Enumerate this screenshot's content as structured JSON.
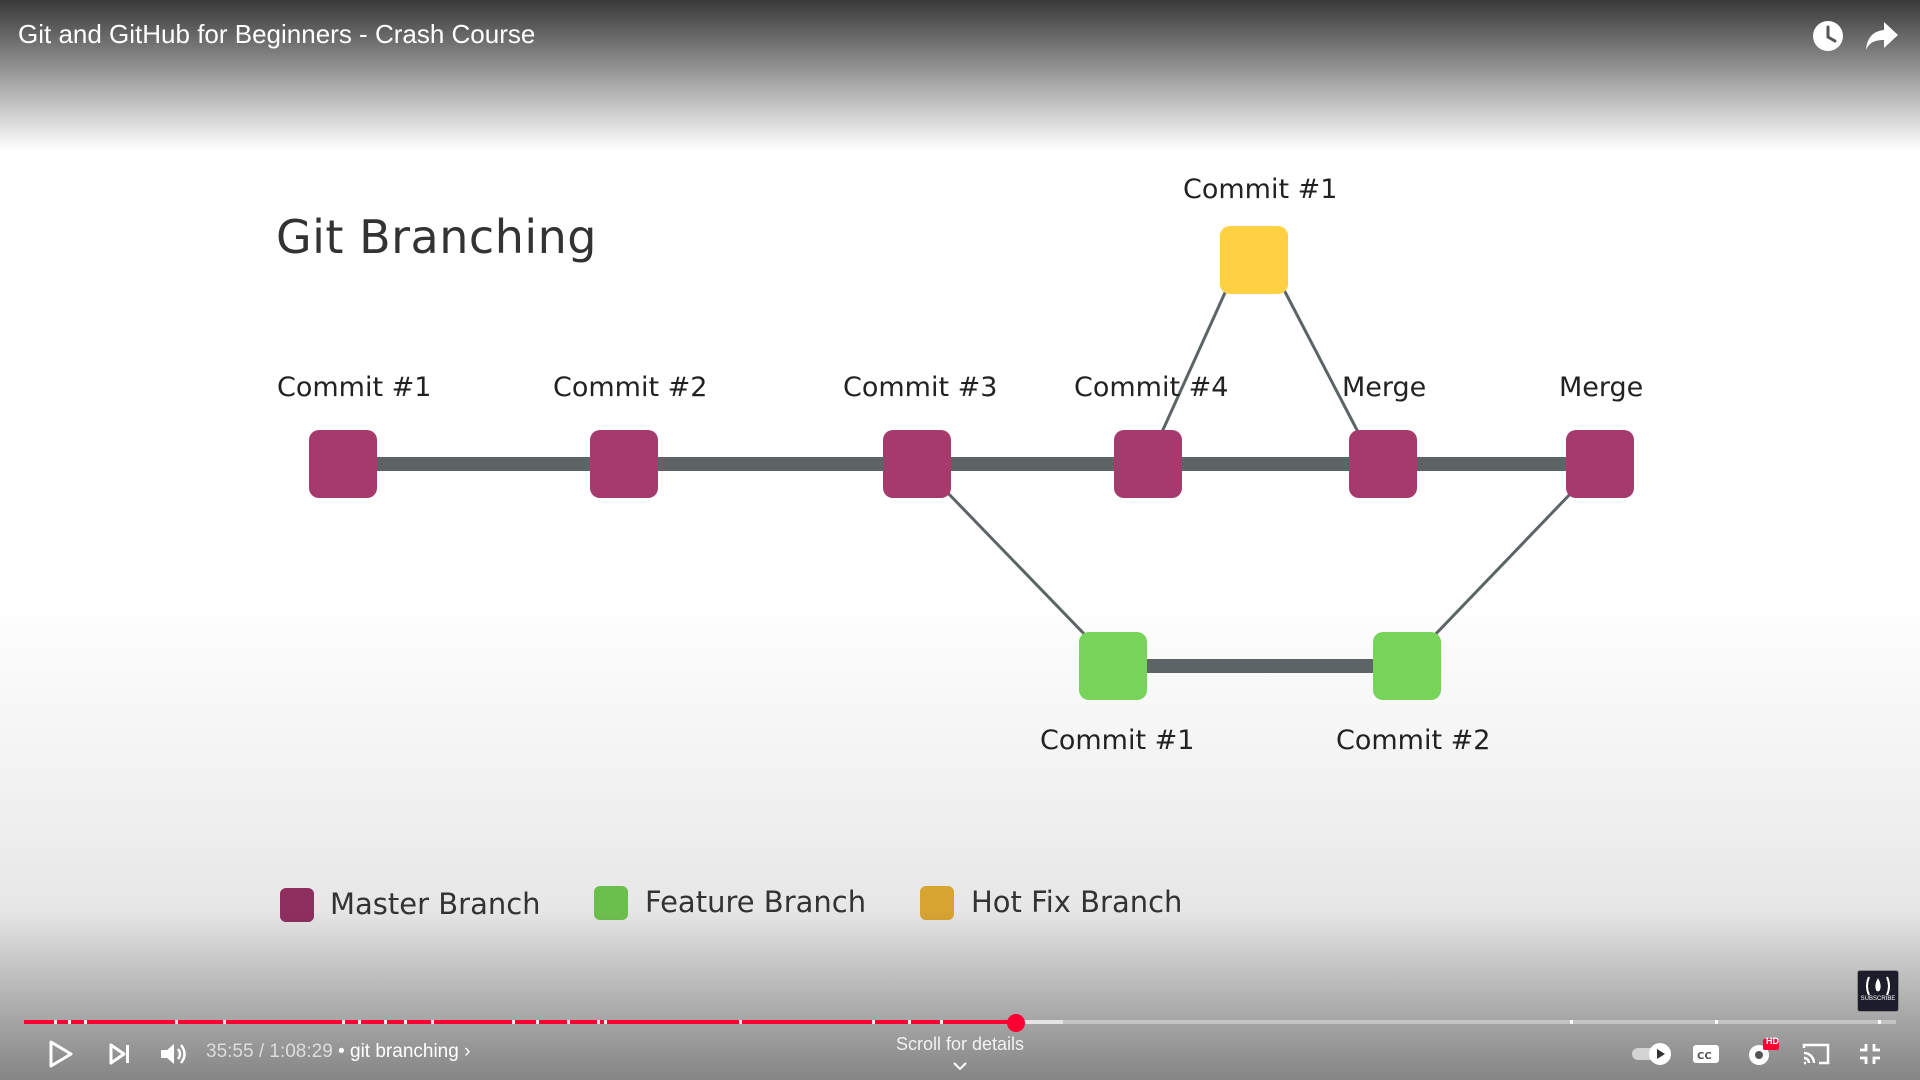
{
  "video": {
    "title": "Git and GitHub for Beginners - Crash Course"
  },
  "top_actions": {
    "watch_later_icon": "clock-icon",
    "share_icon": "share-arrow-icon"
  },
  "slide": {
    "heading": "Git Branching",
    "master_commits": [
      {
        "label": "Commit #1"
      },
      {
        "label": "Commit #2"
      },
      {
        "label": "Commit #3"
      },
      {
        "label": "Commit #4"
      },
      {
        "label": "Merge"
      },
      {
        "label": "Merge"
      }
    ],
    "hotfix_commits": [
      {
        "label": "Commit #1"
      }
    ],
    "feature_commits": [
      {
        "label": "Commit #1"
      },
      {
        "label": "Commit #2"
      }
    ],
    "legend": [
      {
        "label": "Master Branch",
        "color": "#8e2f5e"
      },
      {
        "label": "Feature Branch",
        "color": "#6bbf4d"
      },
      {
        "label": "Hot Fix Branch",
        "color": "#d6a431"
      }
    ],
    "colors": {
      "master_node": "#a63a6c",
      "feature_node": "#77d35a",
      "hotfix_node": "#ffd043",
      "branch_line": "#5c6466"
    }
  },
  "player": {
    "progress_fraction": 0.53,
    "buffer_fraction": 0.555,
    "current_time": "35:55",
    "separator": " / ",
    "duration": "1:08:29",
    "chapter_prefix": " • ",
    "chapter": "git branching",
    "chapter_chevron": "›",
    "scroll_hint": "Scroll for details",
    "accent_color": "#ff0033",
    "hd_badge": "HD",
    "channel_logo_text": "SUBSCRIBE"
  }
}
